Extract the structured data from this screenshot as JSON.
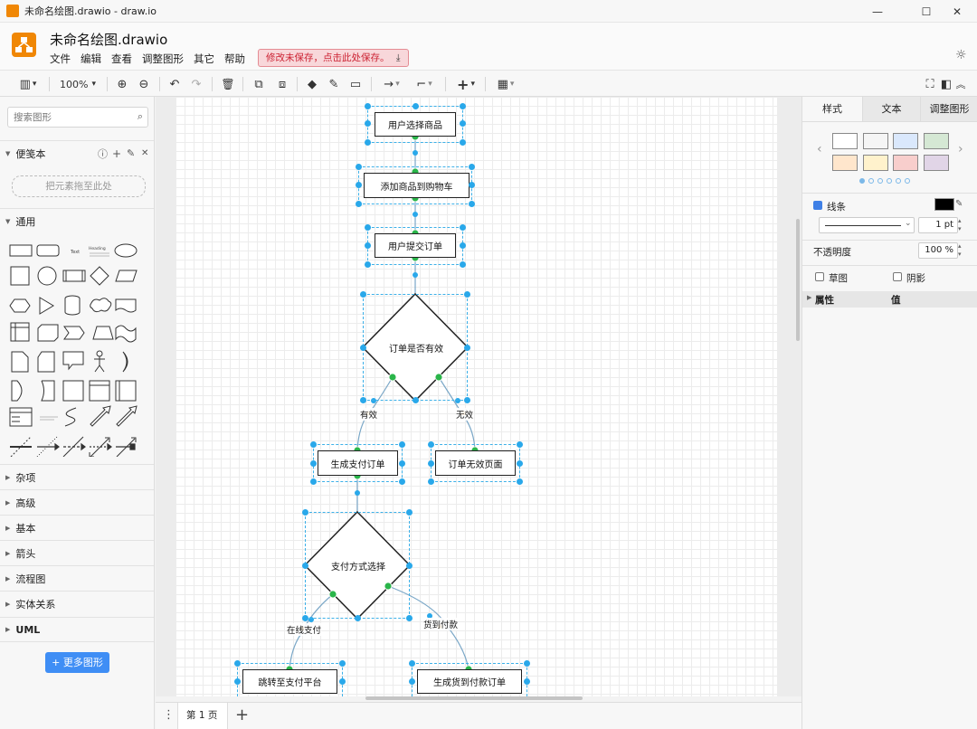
{
  "window": {
    "title": "未命名绘图.drawio - draw.io",
    "minimize": "—",
    "maximize": "☐",
    "close": "✕"
  },
  "header": {
    "doc_title": "未命名绘图.drawio",
    "menu": [
      "文件",
      "编辑",
      "查看",
      "调整图形",
      "其它",
      "帮助"
    ],
    "unsaved_notice": "修改未保存，点击此处保存。",
    "save_glyph": "⤓"
  },
  "toolbar": {
    "zoom": "100%",
    "glyphs": {
      "format": "▥",
      "zoom_in": "⊕",
      "zoom_out": "⊖",
      "undo": "↶",
      "redo": "↷",
      "delete": "🗑",
      "to_front": "⧉",
      "to_back": "⧈",
      "fill": "◆",
      "line_color": "✎",
      "shadow": "▭",
      "connection": "→",
      "waypoint": "⌐",
      "insert": "+",
      "table": "▦",
      "fullscreen": "⛶",
      "panel": "◧",
      "collapse": "︽",
      "dropdown": "▾"
    }
  },
  "left_panel": {
    "search_placeholder": "搜索图形",
    "scratchpad_title": "便笺本",
    "scratchpad_drop": "把元素拖至此处",
    "general_title": "通用",
    "sections": [
      "杂项",
      "高级",
      "基本",
      "箭头",
      "流程图",
      "实体关系",
      "UML"
    ],
    "more_shapes": "更多图形",
    "shape_text": "Text",
    "shape_heading": "Heading"
  },
  "diagram": {
    "nodes": {
      "select_product": "用户选择商品",
      "add_to_cart": "添加商品到购物车",
      "submit_order": "用户提交订单",
      "order_valid": "订单是否有效",
      "gen_payment": "生成支付订单",
      "invalid_page": "订单无效页面",
      "pay_method": "支付方式选择",
      "goto_pay": "跳转至支付平台",
      "cod_order": "生成货到付款订单"
    },
    "edge_labels": {
      "valid": "有效",
      "invalid": "无效",
      "online": "在线支付",
      "cod": "货到付款"
    }
  },
  "bottom": {
    "page_tab": "第 1 页",
    "page_caret": "⌃",
    "add_page": "+",
    "menu_glyph": "⋮"
  },
  "right_panel": {
    "tabs": [
      "样式",
      "文本",
      "调整图形"
    ],
    "swatches": [
      "#ffffff",
      "#f5f5f5",
      "#dae8fc",
      "#d5e8d4",
      "#ffe6cc",
      "#fff2cc",
      "#f8cecc",
      "#e1d5e7"
    ],
    "line_label": "线条",
    "line_color": "#000000",
    "line_width": "1 pt",
    "opacity_label": "不透明度",
    "opacity_value": "100 %",
    "sketch_label": "草图",
    "shadow_label": "阴影",
    "prop_col": "属性",
    "value_col": "值"
  }
}
